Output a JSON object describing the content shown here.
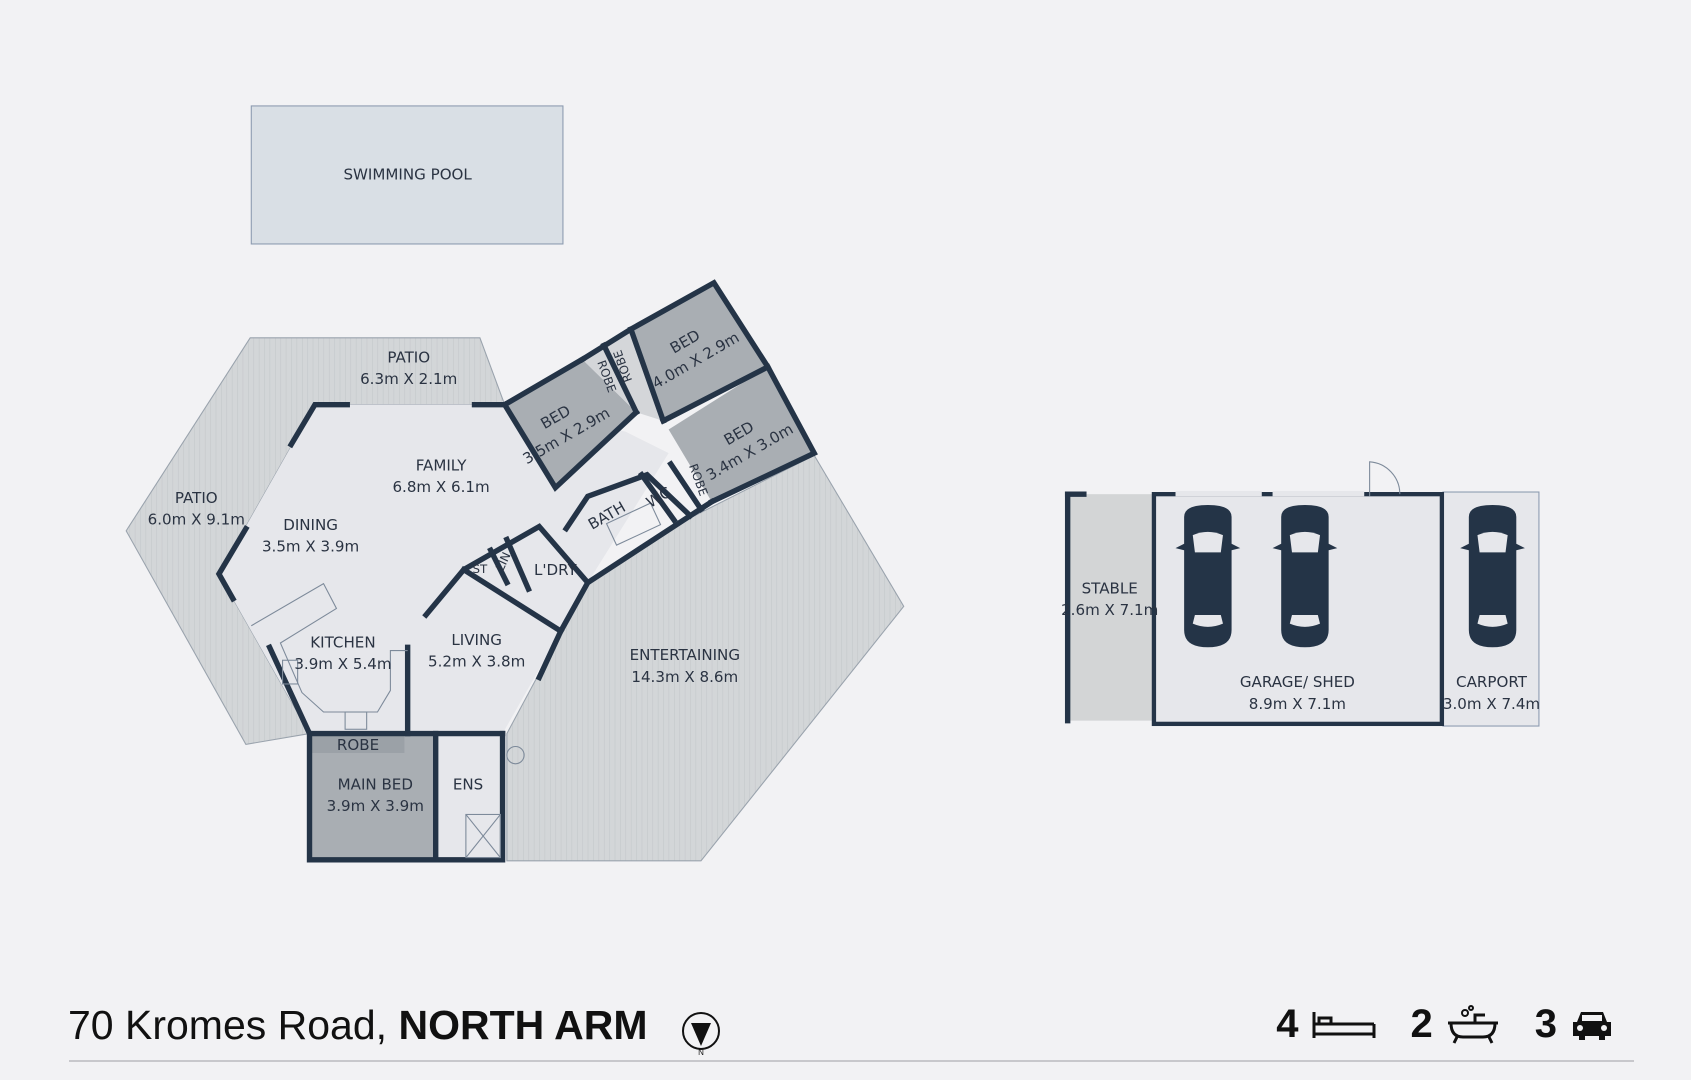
{
  "rooms": {
    "pool": {
      "name": "SWIMMING POOL"
    },
    "patio_top": {
      "name": "PATIO",
      "dims": "6.3m X 2.1m"
    },
    "patio_west": {
      "name": "PATIO",
      "dims": "6.0m X 9.1m"
    },
    "family": {
      "name": "FAMILY",
      "dims": "6.8m X 6.1m"
    },
    "dining": {
      "name": "DINING",
      "dims": "3.5m X 3.9m"
    },
    "kitchen": {
      "name": "KITCHEN",
      "dims": "3.9m X 5.4m"
    },
    "living": {
      "name": "LIVING",
      "dims": "5.2m X 3.8m"
    },
    "bed1": {
      "name": "BED",
      "dims": "3.5m X 2.9m"
    },
    "bed2": {
      "name": "BED",
      "dims": "4.0m X 2.9m"
    },
    "bed3": {
      "name": "BED",
      "dims": "3.4m X 3.0m"
    },
    "robe1": {
      "name": "ROBE"
    },
    "robe2": {
      "name": "ROBE"
    },
    "robe3": {
      "name": "ROBE"
    },
    "bath": {
      "name": "BATH"
    },
    "wc": {
      "name": "WC"
    },
    "laundry": {
      "name": "L'DRY"
    },
    "lin": {
      "name": "LIN"
    },
    "st": {
      "name": "ST"
    },
    "entertaining": {
      "name": "ENTERTAINING",
      "dims": "14.3m X 8.6m"
    },
    "main_robe": {
      "name": "ROBE"
    },
    "main_bed": {
      "name": "MAIN BED",
      "dims": "3.9m X 3.9m"
    },
    "ens": {
      "name": "ENS"
    },
    "stable": {
      "name": "STABLE",
      "dims": "2.6m X 7.1m"
    },
    "garage": {
      "name": "GARAGE/ SHED",
      "dims": "8.9m X 7.1m"
    },
    "carport": {
      "name": "CARPORT",
      "dims": "3.0m X 7.4m"
    }
  },
  "footer": {
    "street": "70 Kromes Road,",
    "suburb": "NORTH ARM",
    "beds": "4",
    "baths": "2",
    "cars": "3"
  },
  "colors": {
    "wall": "#243447",
    "bedroom": "#a9aeb3",
    "deck": "#d3d6d8",
    "floor": "#e6e7eb",
    "pool": "#d9dfe5"
  }
}
